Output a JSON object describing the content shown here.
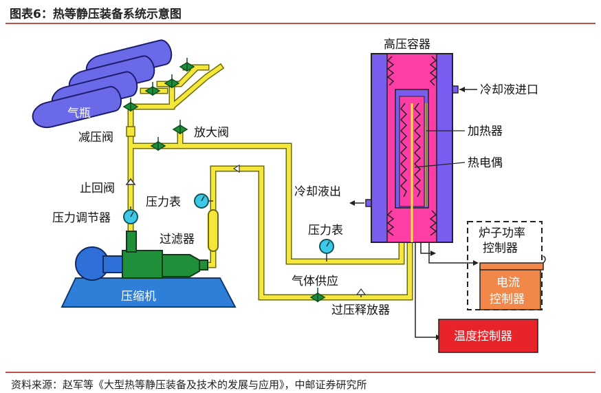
{
  "header": {
    "title": "图表6：热等静压装备系统示意图"
  },
  "footer": {
    "source": "资料来源：赵军等《大型热等静压装备及技术的发展与应用》，中邮证券研究所"
  },
  "labels": {
    "gas_cylinder": "气瓶",
    "pressure_reducing_valve": "减压阀",
    "release_valve": "放大阀",
    "check_valve": "止回阀",
    "pressure_regulator": "压力调节器",
    "pressure_gauge_left": "压力表",
    "filter": "过滤器",
    "compressor": "压缩机",
    "pressure_gauge_mid": "压力表",
    "gas_supply": "气体供应",
    "overpressure_release": "过压释放器",
    "coolant_out": "冷却液出",
    "coolant_in": "冷却液进口",
    "high_pressure_vessel": "高压容器",
    "heater": "加热器",
    "thermocouple": "热电偶",
    "furnace_power_controller_l1": "炉子功率",
    "furnace_power_controller_l2": "控制器",
    "current_controller_l1": "电流",
    "current_controller_l2": "控制器",
    "temperature_controller": "温度控制器"
  },
  "colors": {
    "pipe": "#f5e63c",
    "pipe_stroke": "#6b6b00",
    "cylinder": "#6a6ae8",
    "vessel_outer": "#7b5cf0",
    "vessel_inner": "#ff3da6",
    "compressor": "#1f8f3a",
    "compressor_base": "#2f7fd8",
    "motor": "#2f6fd8",
    "current_ctrl": "#f2874a",
    "temp_ctrl": "#e8232a",
    "accent_rule": "#c0504d"
  }
}
